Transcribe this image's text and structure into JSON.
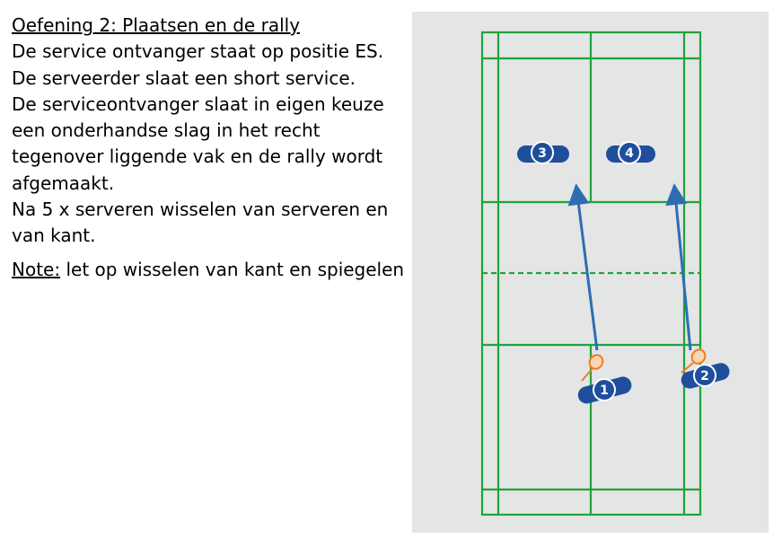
{
  "title": "Oefening 2: Plaatsen en de rally",
  "lines": [
    "De service ontvanger staat op positie ES.",
    "De serveerder slaat een short service.",
    "De serviceontvanger slaat in eigen keuze een onderhandse slag in het recht tegenover liggende vak en de rally wordt afgemaakt.",
    "Na 5 x serveren wisselen van serveren en van kant."
  ],
  "note_label": "Note:",
  "note_text": " let op wisselen van kant en spiegelen",
  "players": [
    "1",
    "2",
    "3",
    "4"
  ],
  "colors": {
    "court_line": "#1fa33a",
    "player": "#1f4e9c",
    "arrow": "#2e6db3",
    "racket": "#f07a22",
    "background": "#e4e5e5"
  }
}
